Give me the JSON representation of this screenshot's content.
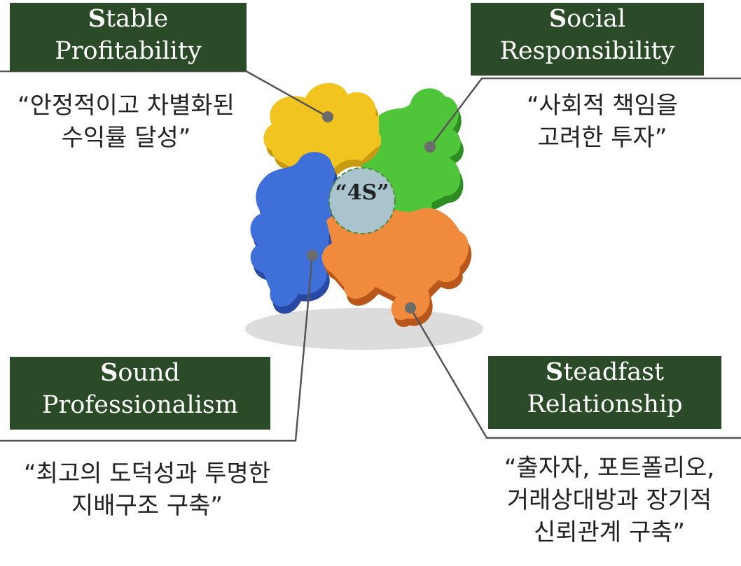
{
  "center": {
    "label": "“4S”"
  },
  "items": [
    {
      "cap": "S",
      "rest_line1": "table",
      "line2": "Profitability",
      "quote_line1": "“안정적이고 차별화된",
      "quote_line2": "수익률 달성”",
      "piece_color": "#f2c41f"
    },
    {
      "cap": "S",
      "rest_line1": "ocial",
      "line2": "Responsibility",
      "quote_line1": "“사회적 책임을",
      "quote_line2": "고려한 투자”",
      "piece_color": "#4fc53a"
    },
    {
      "cap": "S",
      "rest_line1": "ound",
      "line2": "Professionalism",
      "quote_line1": "“최고의 도덕성과 투명한",
      "quote_line2": "지배구조 구축”",
      "piece_color": "#3f6fd8"
    },
    {
      "cap": "S",
      "rest_line1": "teadfast",
      "line2": "Relationship",
      "quote_line1": "“출자자, 포트폴리오,",
      "quote_line2": "거래상대방과 장기적",
      "quote_line3": "신뢰관계 구축”",
      "piece_color": "#f08a3c"
    }
  ],
  "colors": {
    "box_bg": "#2b4a28",
    "center_circle": "#a9c4cc",
    "connector": "#555555"
  }
}
